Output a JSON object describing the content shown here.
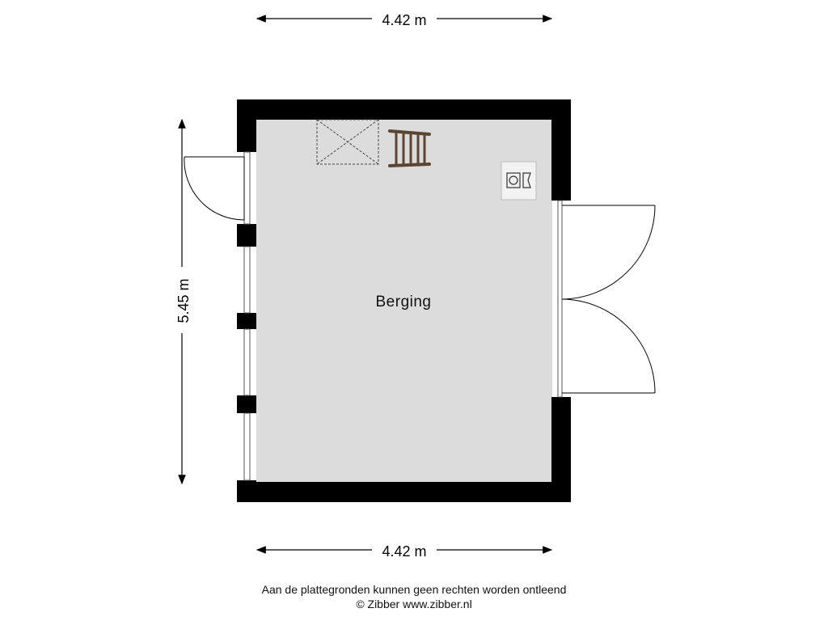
{
  "dimensions": {
    "top_width": "4.42 m",
    "bottom_width": "4.42 m",
    "height": "5.45 m"
  },
  "room": {
    "label": "Berging"
  },
  "footer": {
    "disclaimer": "Aan de plattegronden kunnen geen rechten worden ontleend",
    "copyright": "© Zibber www.zibber.nl"
  },
  "colors": {
    "wall": "#000000",
    "floor": "#dcdcdc",
    "ladder": "#5a4632",
    "dimension_line": "#000000"
  },
  "icons": [
    "ladder-icon",
    "hatch-icon",
    "washing-machine-icon",
    "door-swing-icon",
    "window-icon"
  ]
}
